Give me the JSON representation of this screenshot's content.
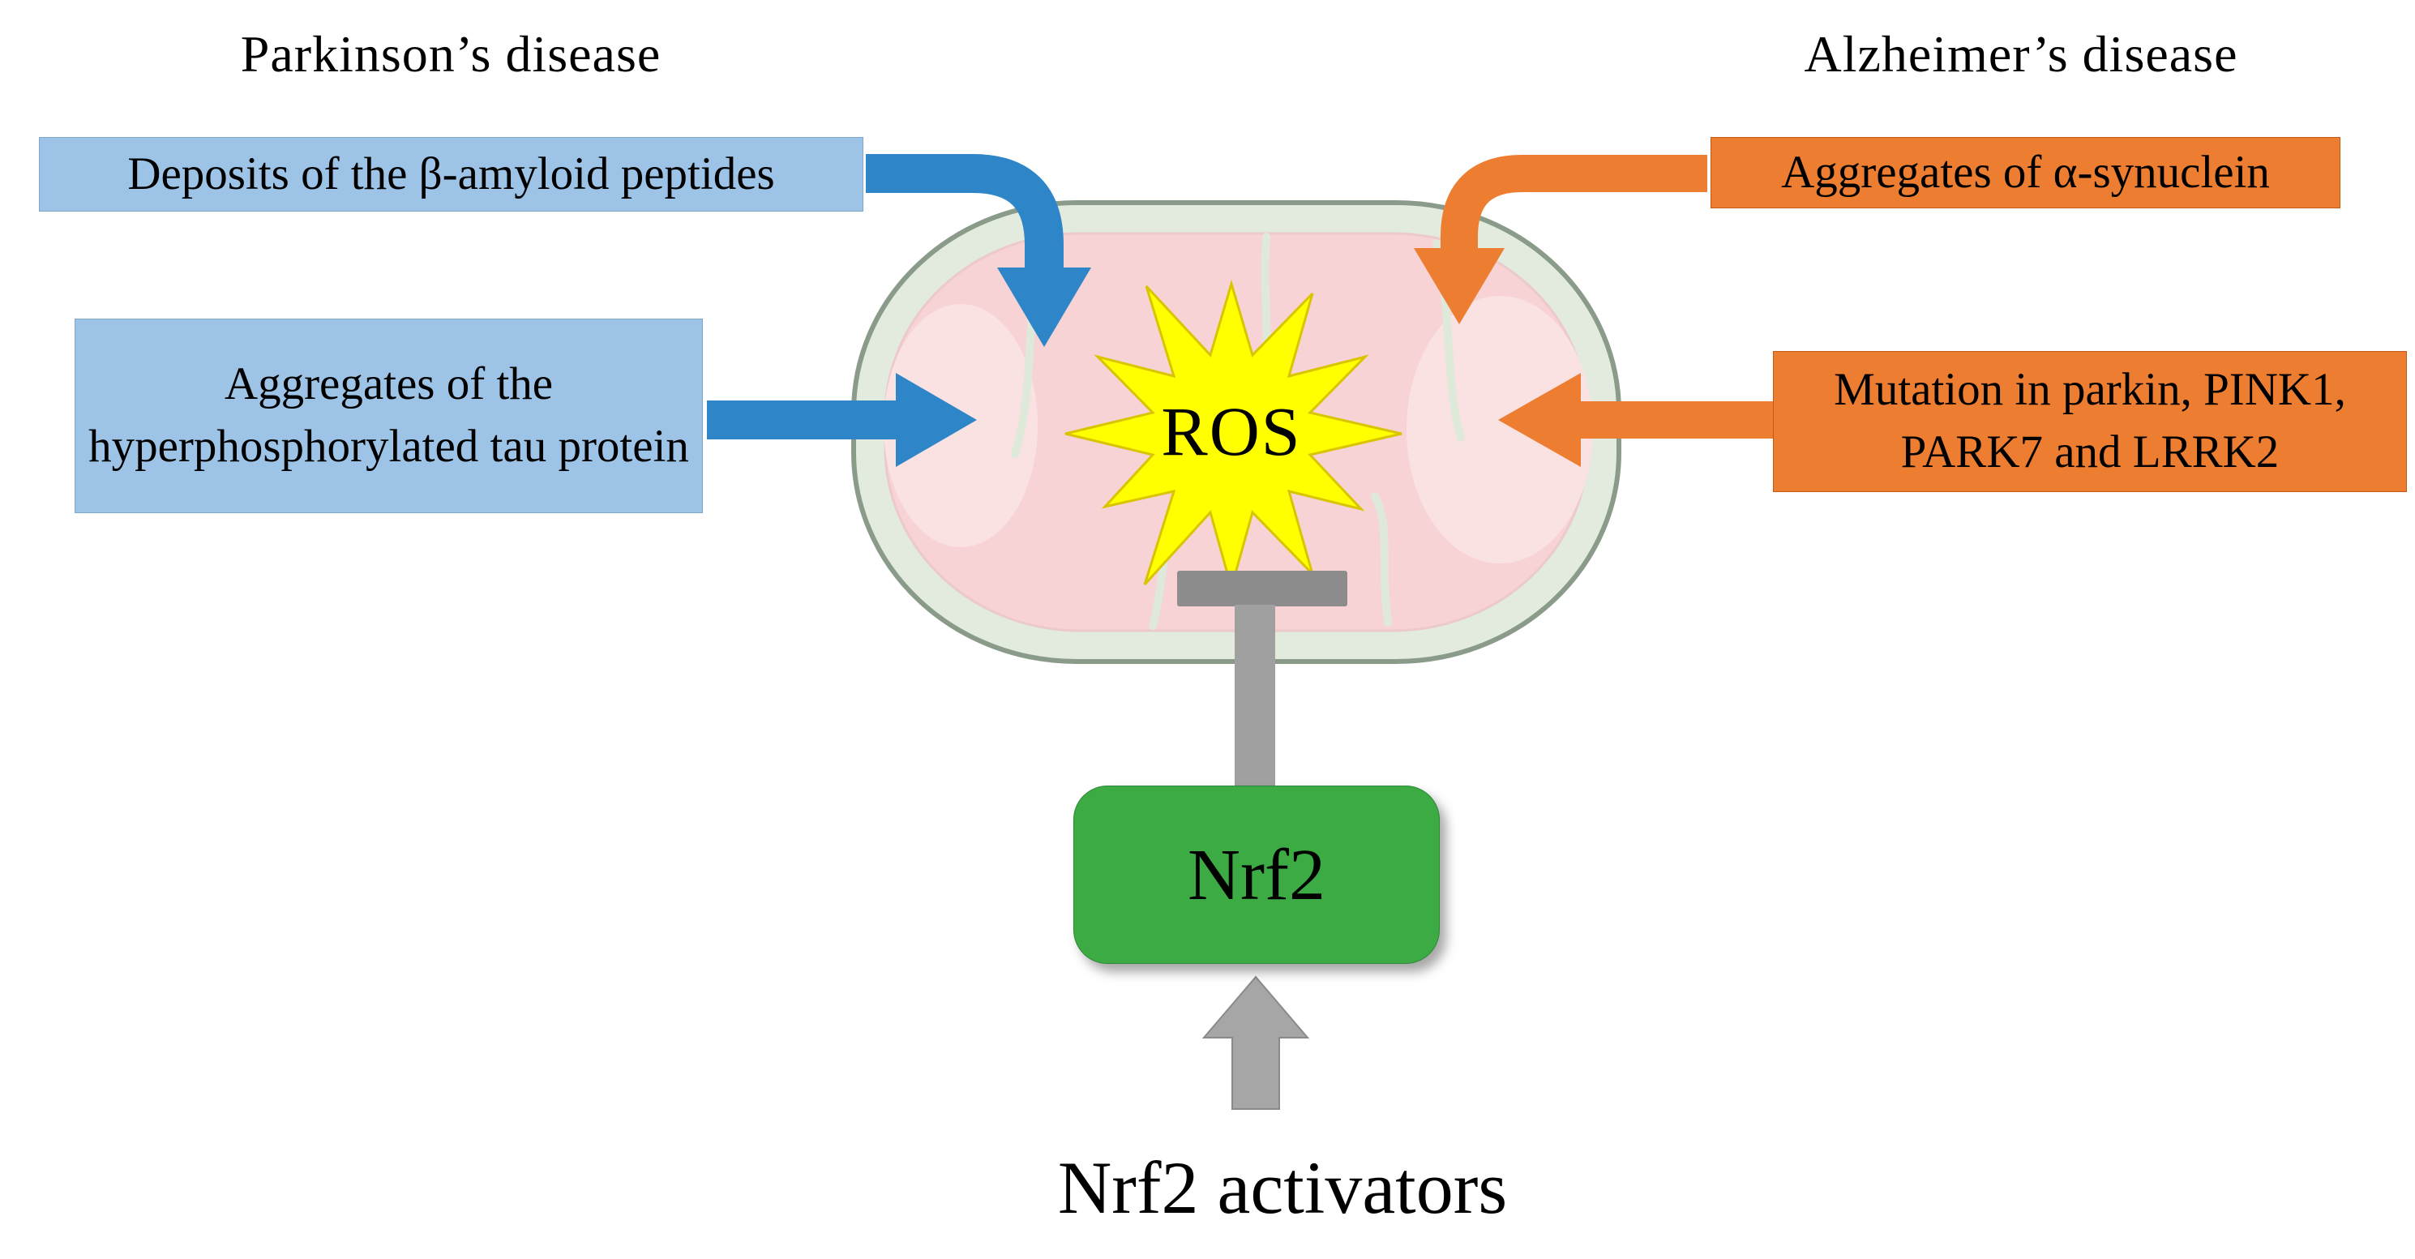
{
  "diagram": {
    "title_left": "Parkinson’s disease",
    "title_right": "Alzheimer’s disease",
    "left_column": {
      "box1": "Deposits of the β-amyloid peptides",
      "box2": "Aggregates of the hyperphosphorylated tau protein"
    },
    "right_column": {
      "box1": "Aggregates of α-synuclein",
      "box2": "Mutation in parkin, PINK1, PARK7 and LRRK2"
    },
    "center": {
      "ros": "ROS",
      "nrf2": "Nrf2",
      "activators": "Nrf2 activators"
    },
    "colors": {
      "blue_box": "#9DC3E6",
      "blue_arrow": "#2E86C8",
      "orange_box": "#ED7D31",
      "orange_arrow": "#ED7D31",
      "green_box": "#3CAB44",
      "gray_arrow": "#A6A6A6",
      "star_yellow": "#FFFF00",
      "mito_outer": "#E2EBDD",
      "mito_inner": "#F7D3D5"
    }
  }
}
